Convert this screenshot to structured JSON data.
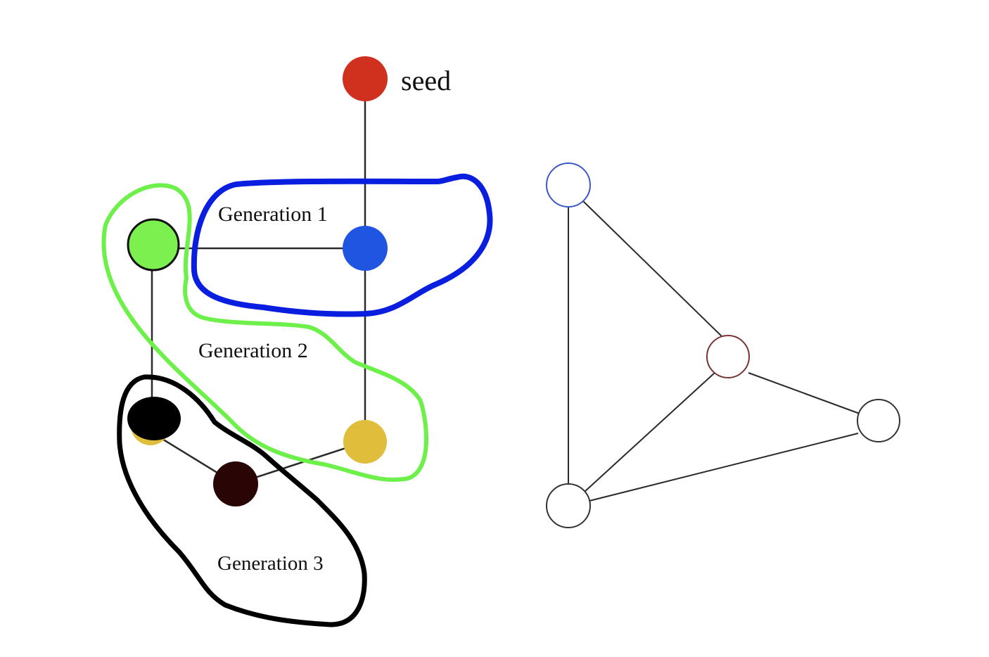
{
  "labels": {
    "seed": "seed",
    "generation_1": "Generation 1",
    "generation_2": "Generation 2",
    "generation_3": "Generation 3"
  },
  "colors": {
    "seed": "#d0301e",
    "generation_1": "#1f55e0",
    "generation_2_node": "#7cf04e",
    "generation_2_yellow": "#e0bd3a",
    "generation_3_node": "#000000",
    "generation_3_brown": "#2a0505",
    "outline_generation_1": "#0a1ee0",
    "outline_generation_2": "#6ef04a",
    "outline_generation_3": "#000000",
    "edge": "#2a2a2a"
  }
}
